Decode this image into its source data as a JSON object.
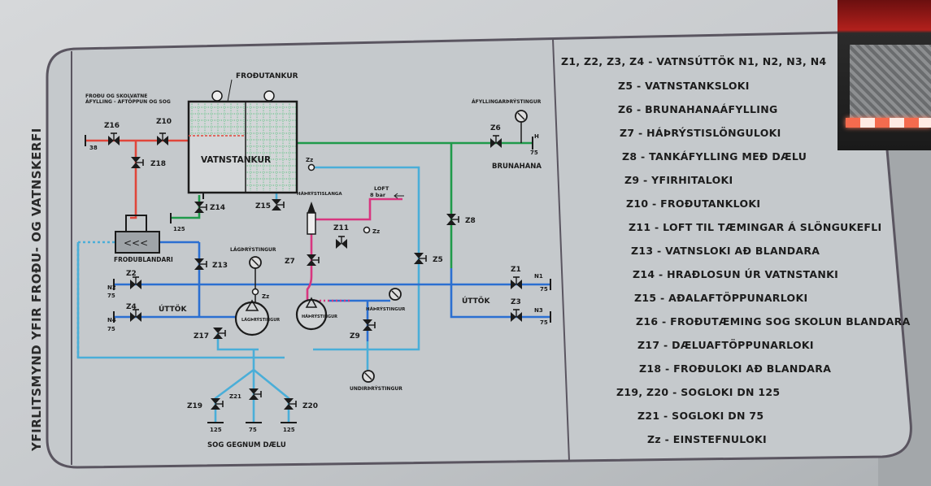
{
  "colors": {
    "water": "#2b6fd1",
    "foam": "#e0463a",
    "suction": "#4aaed8",
    "fill": "#1f9a4a",
    "pink": "#d8357f",
    "plate": "#c9cdd0",
    "border": "#5a5560"
  },
  "side_title": "YFIRLITSMYND YFIR FROÐU- OG VATNSKERFI",
  "diagram": {
    "frodutankur": "FROÐUTANKUR",
    "vatnstankur": "VATNSTANKUR",
    "frodu_skol_note": "FROÐU OG SKOLVATNE ÁFYLLING - AFTÖPPUN OG SOG",
    "frodublandari": "FROÐUBLANDARI",
    "afyllingarthrystingur": "ÁFYLLINGARÞRÝSTINGUR",
    "brunahana": "BRUNAHANA",
    "haarystislanga": "HÁÞRÝSTISLANGA",
    "loft": "LOFT",
    "bar": "8 bar",
    "lagthrystingur": "LÁGÞRÝSTINGUR",
    "lagthrystingur_pump": "LÁGÞRÝSTINGUR",
    "haathrystingur_pump": "HÁÞRÝSTINGUR",
    "haathrystingur": "HÁÞRÝSTINGUR",
    "undirthrystingur": "UNDIRÞRÝSTINGUR",
    "uttok_left": "ÚTTÖK",
    "uttok_right": "ÚTTÖK",
    "sog_gegnum_daelu": "SOG GEGNUM DÆLU",
    "v_z16": "Z16",
    "v_z10": "Z10",
    "v_z18": "Z18",
    "v_z14": "Z14",
    "v_z15": "Z15",
    "v_z13": "Z13",
    "v_z2": "Z2",
    "v_z4": "Z4",
    "v_z17": "Z17",
    "v_z11": "Z11",
    "v_z7": "Z7",
    "v_z9": "Z9",
    "v_z5": "Z5",
    "v_z6": "Z6",
    "v_z8": "Z8",
    "v_z1": "Z1",
    "v_z3": "Z3",
    "v_z19": "Z19",
    "v_z21": "Z21",
    "v_z20": "Z20",
    "zz": "Zz",
    "n1": "N1",
    "n2": "N2",
    "n3": "N3",
    "n4": "N4",
    "size_38": "38",
    "size_125": "125",
    "size_75": "75",
    "h": "H"
  },
  "legend": [
    "Z1, Z2, Z3, Z4 - VATNSÚTTÖK N1, N2, N3, N4",
    "Z5 - VATNSTANKSLOKI",
    "Z6 - BRUNAHANAÁFYLLING",
    "Z7 - HÁÞRÝSTISLÖNGULOKI",
    "Z8 - TANKÁFYLLING MEÐ DÆLU",
    "Z9 - YFIRHITALOKI",
    "Z10 - FROÐUTANKLOKI",
    "Z11 - LOFT TIL TÆMINGAR Á SLÖNGUKEFLI",
    "Z13 - VATNSLOKI AÐ BLANDARA",
    "Z14 - HRAÐLOSUN ÚR VATNSTANKI",
    "Z15 - AÐALAFTÖPPUNARLOKI",
    "Z16 - FROÐUTÆMING SOG SKOLUN BLANDARA",
    "Z17 - DÆLUAFTÖPPUNARLOKI",
    "Z18 - FROÐULOKI AÐ BLANDARA",
    "Z19, Z20 - SOGLOKI DN 125",
    "Z21 - SOGLOKI DN 75",
    "Zz - EINSTEFNULOKI"
  ]
}
